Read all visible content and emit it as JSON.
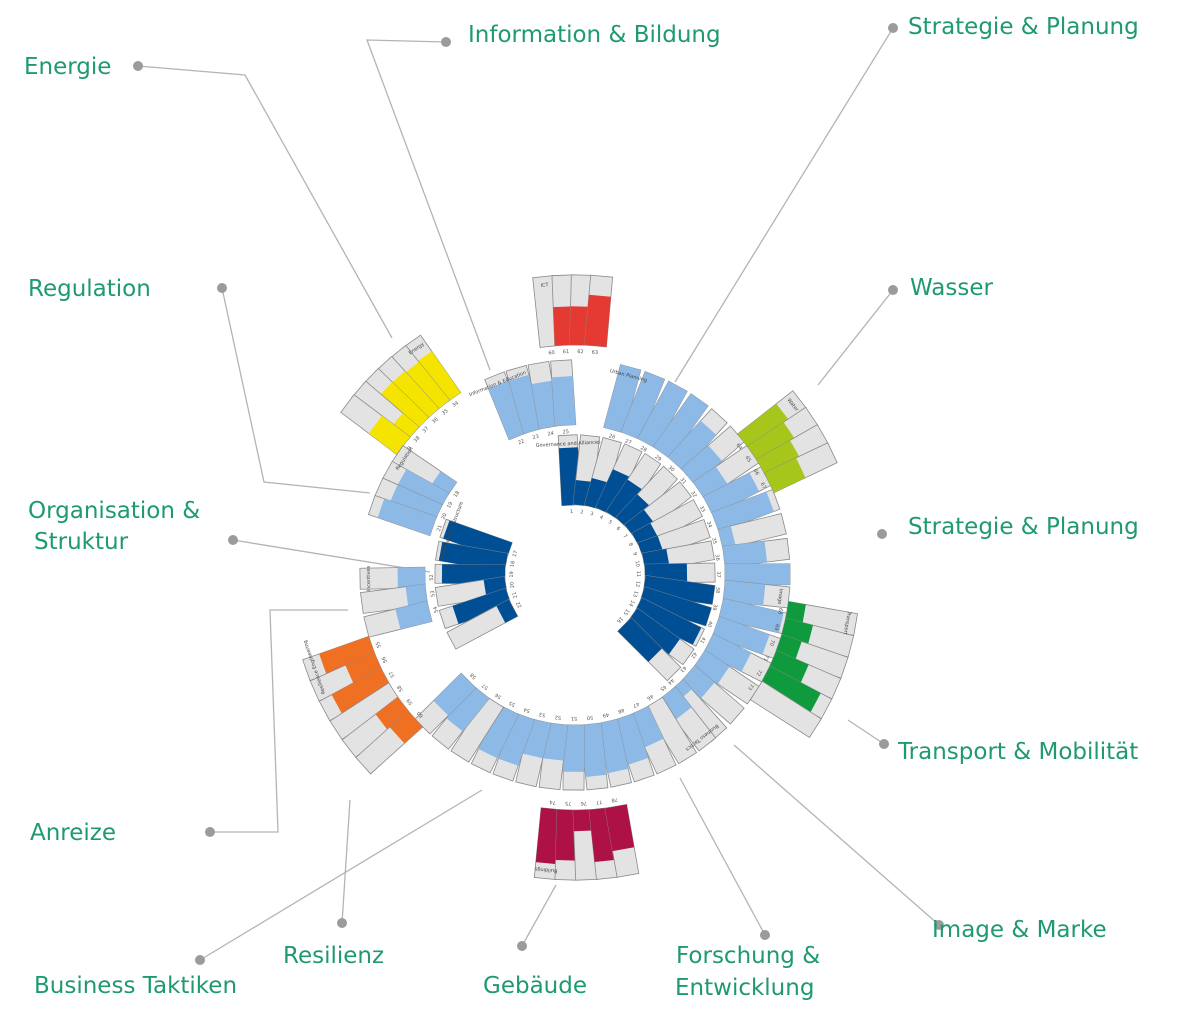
{
  "colors": {
    "label": "#1f9a6e",
    "leader": "#b4b4b4",
    "dot": "#9b9b9b",
    "bar_background": "#e3e3e3"
  },
  "chart_data": {
    "type": "bar",
    "layout": "radial",
    "value_scale": [
      0,
      1
    ],
    "labels": [
      {
        "text": "Energie"
      },
      {
        "text": "Information & Bildung"
      },
      {
        "text": "Strategie & Planung"
      },
      {
        "text": "Regulation"
      },
      {
        "text": "Wasser"
      },
      {
        "text": "Organisation &",
        "text2": "Struktur"
      },
      {
        "text": "Strategie & Planung"
      },
      {
        "text": "Transport & Mobilität"
      },
      {
        "text": "Anreize"
      },
      {
        "text": "Image & Marke"
      },
      {
        "text": "Business Taktiken"
      },
      {
        "text": "Resilienz"
      },
      {
        "text": "Gebäude"
      },
      {
        "text": "Forschung &",
        "text2": "Entwicklung"
      }
    ],
    "groups": [
      {
        "key": "ict",
        "name": "ICT",
        "color": "#e43a31",
        "ticks": [
          "60",
          "61",
          "62",
          "63"
        ],
        "values": [
          0.0,
          0.55,
          0.55,
          0.72
        ]
      },
      {
        "key": "energie",
        "name": "Energy",
        "color": "#f5e400",
        "ticks": [
          "34",
          "35",
          "36",
          "37",
          "38",
          "39"
        ],
        "values": [
          0.72,
          0.7,
          0.72,
          0.72,
          0.3,
          0.5
        ]
      },
      {
        "key": "regulation",
        "name": "Regulation",
        "color": "#8db9e6",
        "ticks": [
          "18",
          "19",
          "20",
          "21"
        ],
        "values": [
          0.3,
          0.75,
          0.75,
          0.85
        ]
      },
      {
        "key": "info",
        "name": "Information & Education",
        "color": "#8db9e6",
        "ticks": [
          "22",
          "23",
          "24",
          "25"
        ],
        "values": [
          0.85,
          0.85,
          0.7,
          0.75
        ]
      },
      {
        "key": "strategy_outer",
        "name": "Urban Planning",
        "color": "#8db9e6",
        "ticks": [
          "26",
          "27",
          "28",
          "29",
          "30",
          "31",
          "32",
          "33",
          "34",
          "35",
          "36",
          "37"
        ],
        "values": [
          1.0,
          1.0,
          1.0,
          1.0,
          0.75,
          0.55,
          0.42,
          0.8,
          0.9,
          0.2,
          0.65,
          1.0
        ]
      },
      {
        "key": "governance",
        "name": "Governance and Alliances",
        "color": "#004f95",
        "ticks": [
          "1",
          "2",
          "3",
          "4",
          "5",
          "6",
          "7",
          "8",
          "9",
          "10",
          "11",
          "12",
          "13",
          "14",
          "15",
          "16"
        ],
        "values": [
          0.82,
          0.35,
          0.4,
          0.6,
          0.55,
          0.45,
          0.35,
          0.3,
          0.3,
          0.35,
          0.6,
          1.0,
          1.0,
          0.95,
          0.75,
          0.62
        ]
      },
      {
        "key": "org",
        "name": "Organization & Structure",
        "color": "#004f95",
        "ticks": [
          "17",
          "18",
          "19",
          "20",
          "21",
          "22"
        ],
        "values": [
          0.95,
          0.95,
          0.9,
          0.3,
          0.8,
          0.2
        ]
      },
      {
        "key": "wasser",
        "name": "Water",
        "color": "#a6c61c",
        "ticks": [
          "64",
          "65",
          "66",
          "67"
        ],
        "values": [
          0.7,
          0.62,
          0.55,
          0.5
        ]
      },
      {
        "key": "image",
        "name": "Image",
        "color": "#8db9e6",
        "ticks": [
          "38",
          "39",
          "40",
          "41",
          "42",
          "43",
          "44"
        ],
        "values": [
          0.62,
          0.95,
          0.82,
          0.65,
          0.45,
          0.4,
          0.2
        ]
      },
      {
        "key": "transport",
        "name": "Transport",
        "color": "#0f9a3d",
        "ticks": [
          "68",
          "69",
          "70",
          "71",
          "72",
          "73"
        ],
        "values": [
          0.25,
          0.4,
          0.3,
          0.5,
          0.82,
          0.0
        ]
      },
      {
        "key": "incentives",
        "name": "Incentives",
        "color": "#8db9e6",
        "ticks": [
          "52",
          "53",
          "54"
        ],
        "values": [
          0.42,
          0.3,
          0.5
        ]
      },
      {
        "key": "business",
        "name": "Business Tactics",
        "color": "#8db9e6",
        "ticks": [
          "45",
          "46",
          "47",
          "48",
          "49",
          "50",
          "51",
          "52",
          "53",
          "54",
          "55",
          "56",
          "57",
          "58"
        ],
        "values": [
          0.4,
          0.0,
          0.55,
          0.72,
          0.78,
          0.8,
          0.72,
          0.55,
          0.55,
          0.75,
          0.75,
          0.0,
          0.65,
          0.6
        ]
      },
      {
        "key": "resilience",
        "name": "Resilience Engineering",
        "color": "#ef7023",
        "ticks": [
          "55",
          "56",
          "57",
          "58",
          "59",
          "60"
        ],
        "values": [
          0.75,
          0.45,
          0.8,
          0.0,
          0.4,
          0.35
        ]
      },
      {
        "key": "buildings",
        "name": "Buildings",
        "color": "#ad1146",
        "ticks": [
          "74",
          "75",
          "76",
          "77",
          "78"
        ],
        "values": [
          0.78,
          0.72,
          0.3,
          0.75,
          0.62
        ]
      }
    ]
  }
}
